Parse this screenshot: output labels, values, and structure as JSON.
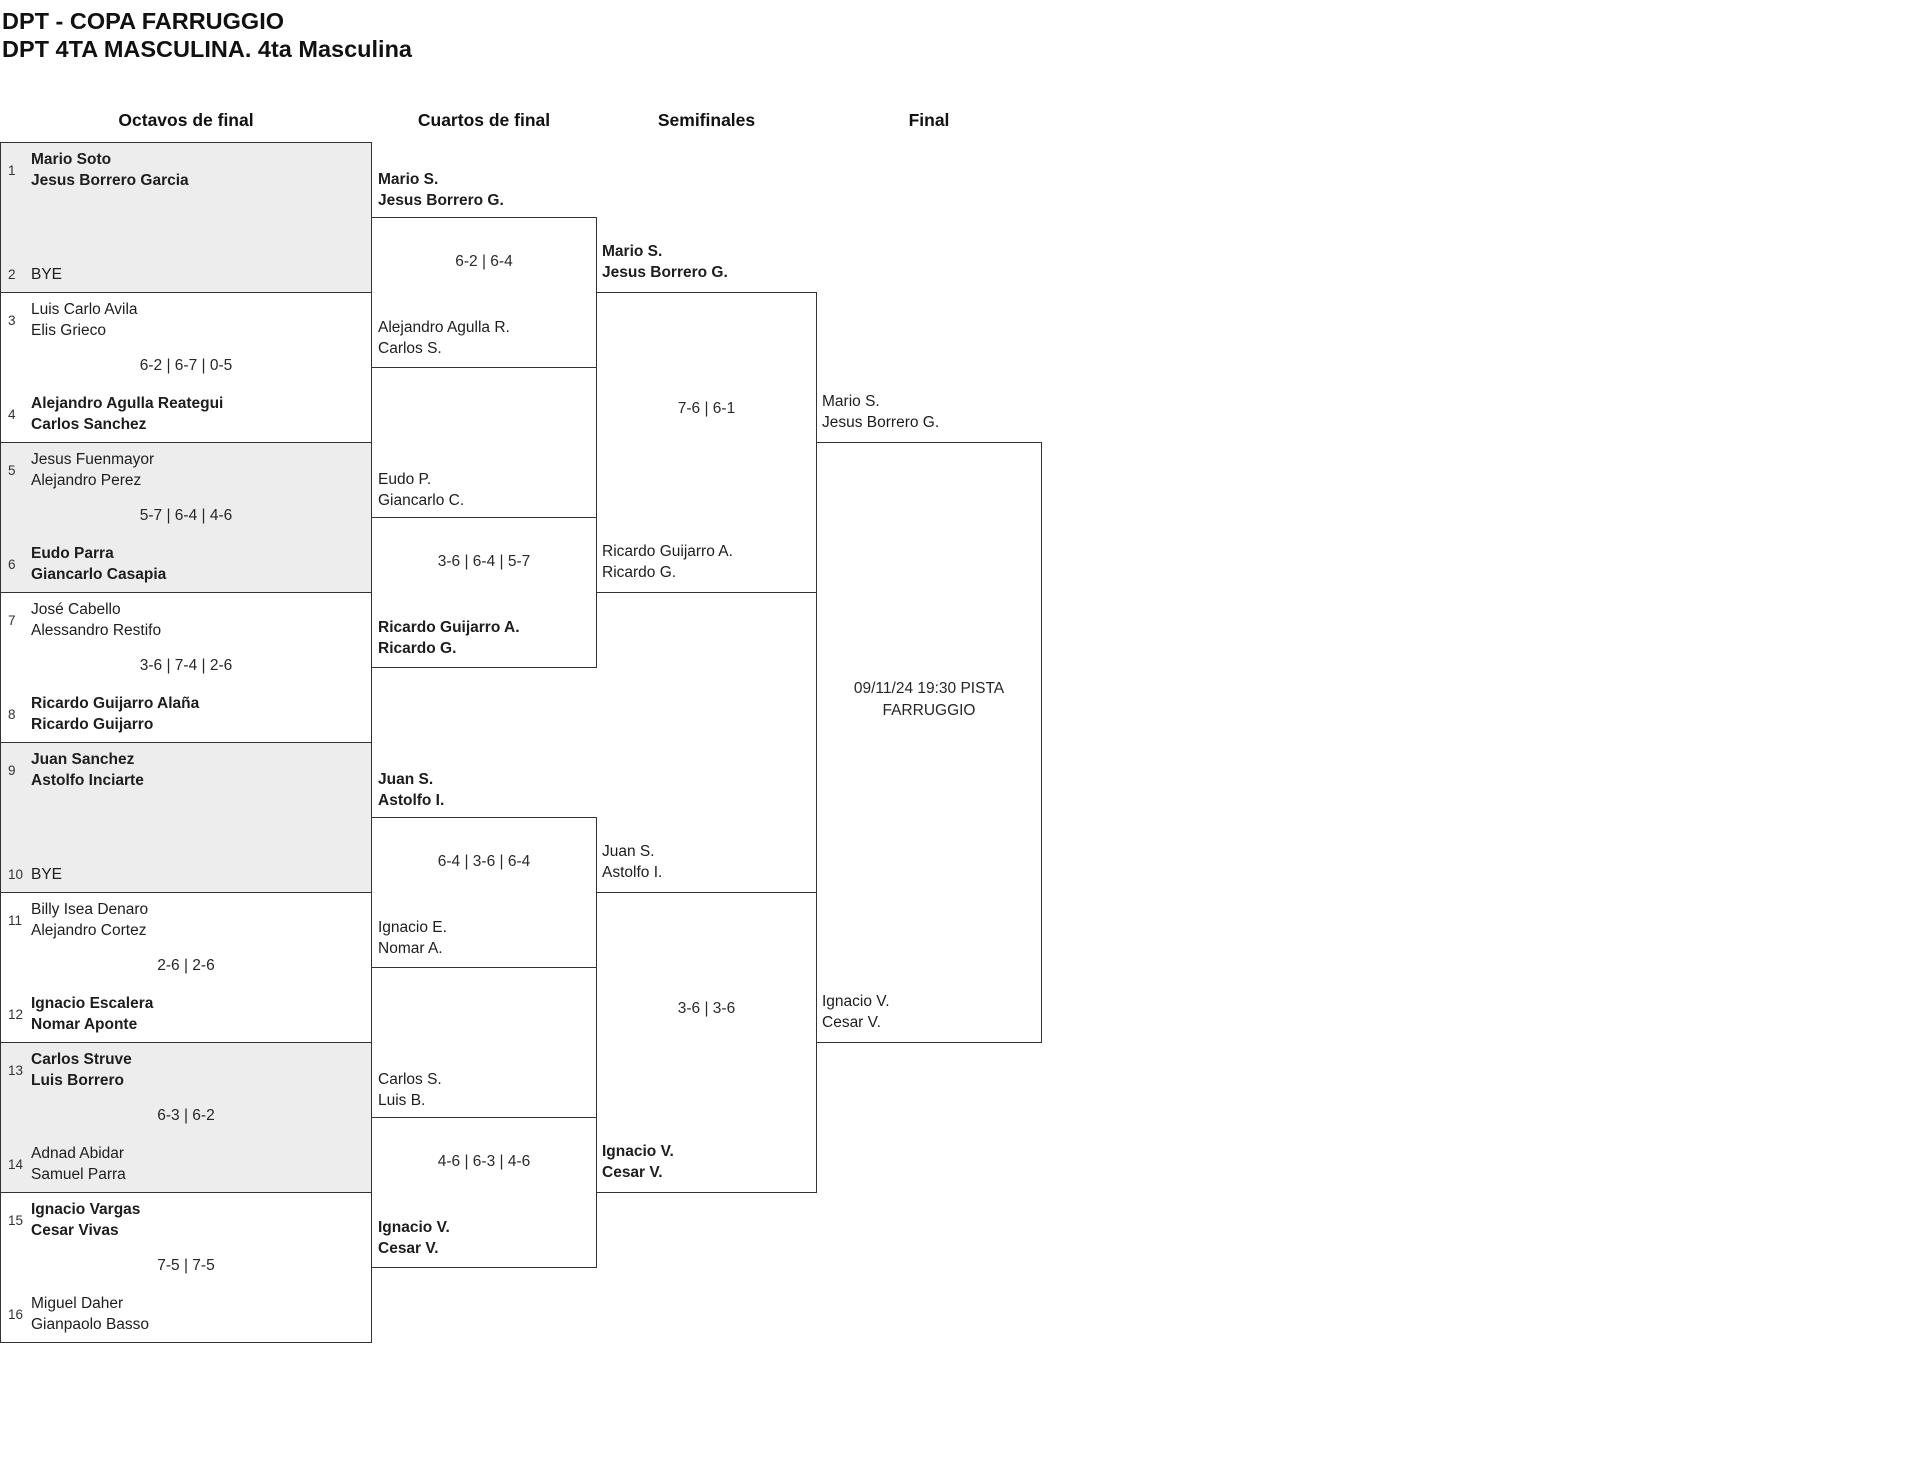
{
  "header": {
    "title": "DPT - COPA FARRUGGIO",
    "subtitle": "DPT 4TA MASCULINA. 4ta Masculina"
  },
  "round_headers": [
    "Octavos de final",
    "Cuartos de final",
    "Semifinales",
    "Final"
  ],
  "colors": {
    "shaded_box": "#ededed",
    "line": "#333333",
    "text": "#1d1d1d"
  },
  "octavos": [
    {
      "shaded": true,
      "score": "",
      "top": {
        "seed": "1",
        "name1": "Mario Soto",
        "name2": "Jesus Borrero Garcia",
        "winner": true
      },
      "bottom": {
        "seed": "2",
        "name1": "BYE",
        "name2": "",
        "winner": false
      }
    },
    {
      "shaded": false,
      "score": "6-2 | 6-7 | 0-5",
      "top": {
        "seed": "3",
        "name1": "Luis Carlo Avila",
        "name2": "Elis Grieco",
        "winner": false
      },
      "bottom": {
        "seed": "4",
        "name1": "Alejandro Agulla Reategui",
        "name2": "Carlos Sanchez",
        "winner": true
      }
    },
    {
      "shaded": true,
      "score": "5-7 | 6-4 | 4-6",
      "top": {
        "seed": "5",
        "name1": "Jesus Fuenmayor",
        "name2": "Alejandro Perez",
        "winner": false
      },
      "bottom": {
        "seed": "6",
        "name1": "Eudo Parra",
        "name2": "Giancarlo Casapia",
        "winner": true
      }
    },
    {
      "shaded": false,
      "score": "3-6 | 7-4 | 2-6",
      "top": {
        "seed": "7",
        "name1": "José Cabello",
        "name2": "Alessandro Restifo",
        "winner": false
      },
      "bottom": {
        "seed": "8",
        "name1": "Ricardo Guijarro Alaña",
        "name2": "Ricardo Guijarro",
        "winner": true
      }
    },
    {
      "shaded": true,
      "score": "",
      "top": {
        "seed": "9",
        "name1": "Juan Sanchez",
        "name2": "Astolfo Inciarte",
        "winner": true
      },
      "bottom": {
        "seed": "10",
        "name1": "BYE",
        "name2": "",
        "winner": false
      }
    },
    {
      "shaded": false,
      "score": "2-6 | 2-6",
      "top": {
        "seed": "11",
        "name1": "Billy Isea Denaro",
        "name2": "Alejandro Cortez",
        "winner": false
      },
      "bottom": {
        "seed": "12",
        "name1": "Ignacio Escalera",
        "name2": "Nomar Aponte",
        "winner": true
      }
    },
    {
      "shaded": true,
      "score": "6-3 | 6-2",
      "top": {
        "seed": "13",
        "name1": "Carlos Struve",
        "name2": "Luis Borrero",
        "winner": true
      },
      "bottom": {
        "seed": "14",
        "name1": "Adnad Abidar",
        "name2": "Samuel Parra",
        "winner": false
      }
    },
    {
      "shaded": false,
      "score": "7-5 | 7-5",
      "top": {
        "seed": "15",
        "name1": "Ignacio Vargas",
        "name2": "Cesar Vivas",
        "winner": true
      },
      "bottom": {
        "seed": "16",
        "name1": "Miguel Daher",
        "name2": "Gianpaolo Basso",
        "winner": false
      }
    }
  ],
  "cuartos": [
    {
      "score": "6-2 | 6-4",
      "top": {
        "name1": "Mario S.",
        "name2": "Jesus Borrero G.",
        "winner": true
      },
      "bottom": {
        "name1": "Alejandro Agulla R.",
        "name2": "Carlos S.",
        "winner": false
      }
    },
    {
      "score": "3-6 | 6-4 | 5-7",
      "top": {
        "name1": "Eudo P.",
        "name2": "Giancarlo C.",
        "winner": false
      },
      "bottom": {
        "name1": "Ricardo Guijarro A.",
        "name2": "Ricardo G.",
        "winner": true
      }
    },
    {
      "score": "6-4 | 3-6 | 6-4",
      "top": {
        "name1": "Juan S.",
        "name2": "Astolfo I.",
        "winner": true
      },
      "bottom": {
        "name1": "Ignacio E.",
        "name2": "Nomar A.",
        "winner": false
      }
    },
    {
      "score": "4-6 | 6-3 | 4-6",
      "top": {
        "name1": "Carlos S.",
        "name2": "Luis B.",
        "winner": false
      },
      "bottom": {
        "name1": "Ignacio V.",
        "name2": "Cesar V.",
        "winner": true
      }
    }
  ],
  "semis": [
    {
      "score": "7-6 | 6-1",
      "top": {
        "name1": "Mario S.",
        "name2": "Jesus Borrero G.",
        "winner": true
      },
      "bottom": {
        "name1": "Ricardo Guijarro A.",
        "name2": "Ricardo G.",
        "winner": false
      }
    },
    {
      "score": "3-6 | 3-6",
      "top": {
        "name1": "Juan S.",
        "name2": "Astolfo I.",
        "winner": false
      },
      "bottom": {
        "name1": "Ignacio V.",
        "name2": "Cesar V.",
        "winner": true
      }
    }
  ],
  "final": {
    "schedule": "09/11/24 19:30 PISTA FARRUGGIO",
    "top": {
      "name1": "Mario S.",
      "name2": "Jesus Borrero G.",
      "winner": false
    },
    "bottom": {
      "name1": "Ignacio V.",
      "name2": "Cesar V.",
      "winner": false
    }
  }
}
